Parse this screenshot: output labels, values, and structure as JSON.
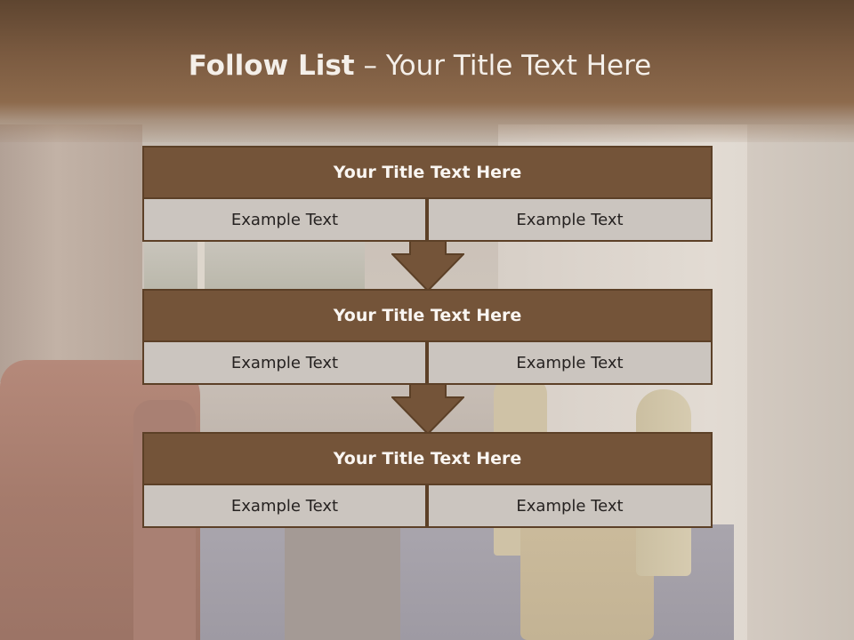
{
  "slide": {
    "title_bold": "Follow List",
    "title_rest": " – Your Title Text Here"
  },
  "blocks": [
    {
      "title": "Your Title Text Here",
      "cells": [
        "Example Text",
        "Example Text"
      ]
    },
    {
      "title": "Your Title Text Here",
      "cells": [
        "Example Text",
        "Example Text"
      ]
    },
    {
      "title": "Your Title Text Here",
      "cells": [
        "Example Text",
        "Example Text"
      ]
    }
  ],
  "colors": {
    "header_brown": "#7a5a40",
    "block_title_bg": "#745439",
    "cell_bg": "#cbc5bf",
    "arrow_fill": "#745439"
  },
  "icons": [
    "down-arrow-icon",
    "down-arrow-icon"
  ]
}
